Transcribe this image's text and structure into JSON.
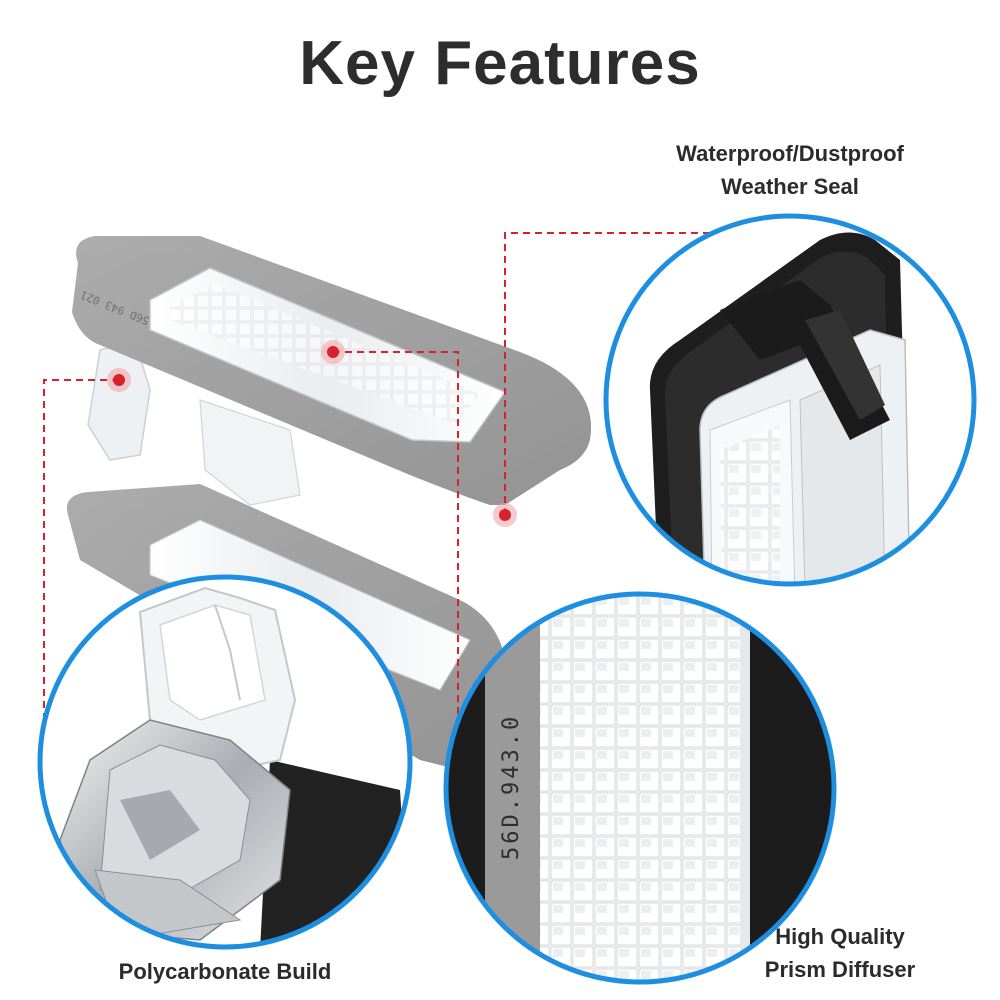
{
  "page": {
    "title": "Key Features"
  },
  "features": [
    {
      "name": "weather-seal",
      "lines": [
        "Waterproof/Dustproof",
        "Weather Seal"
      ]
    },
    {
      "name": "polycarbonate",
      "lines": [
        "Polycarbonate Build"
      ]
    },
    {
      "name": "prism-diffuser",
      "lines": [
        "High Quality",
        "Prism Diffuser"
      ]
    }
  ],
  "product_markings": {
    "part_number": "56D.943.0",
    "lamp_text": "56D 943 021"
  },
  "colors": {
    "accent_ring": "#1e8fe0",
    "callout_line": "#d8222b",
    "housing_grey": "#9a9a9a",
    "seal_black": "#1e1e1e",
    "heading": "#2d2d2d"
  }
}
